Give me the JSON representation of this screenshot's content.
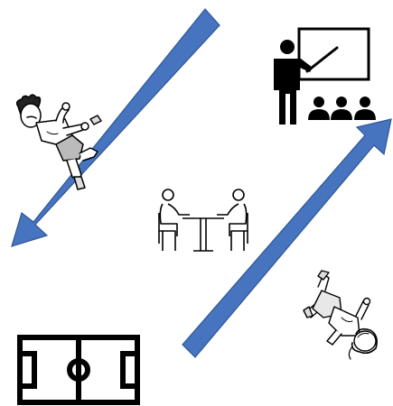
{
  "diagram": {
    "colors": {
      "arrow_fill": "#4674BE",
      "arrow_stroke": "#2F5597",
      "ink": "#000000",
      "paper": "#ffffff"
    },
    "icons": [
      "teacher-presentation-icon",
      "meeting-table-icon",
      "soccer-field-icon",
      "falling-boy-figure",
      "falling-girl-figure"
    ],
    "arrows": [
      {
        "name": "arrow-down-left",
        "direction": "down-left"
      },
      {
        "name": "arrow-up-right",
        "direction": "up-right"
      }
    ]
  }
}
